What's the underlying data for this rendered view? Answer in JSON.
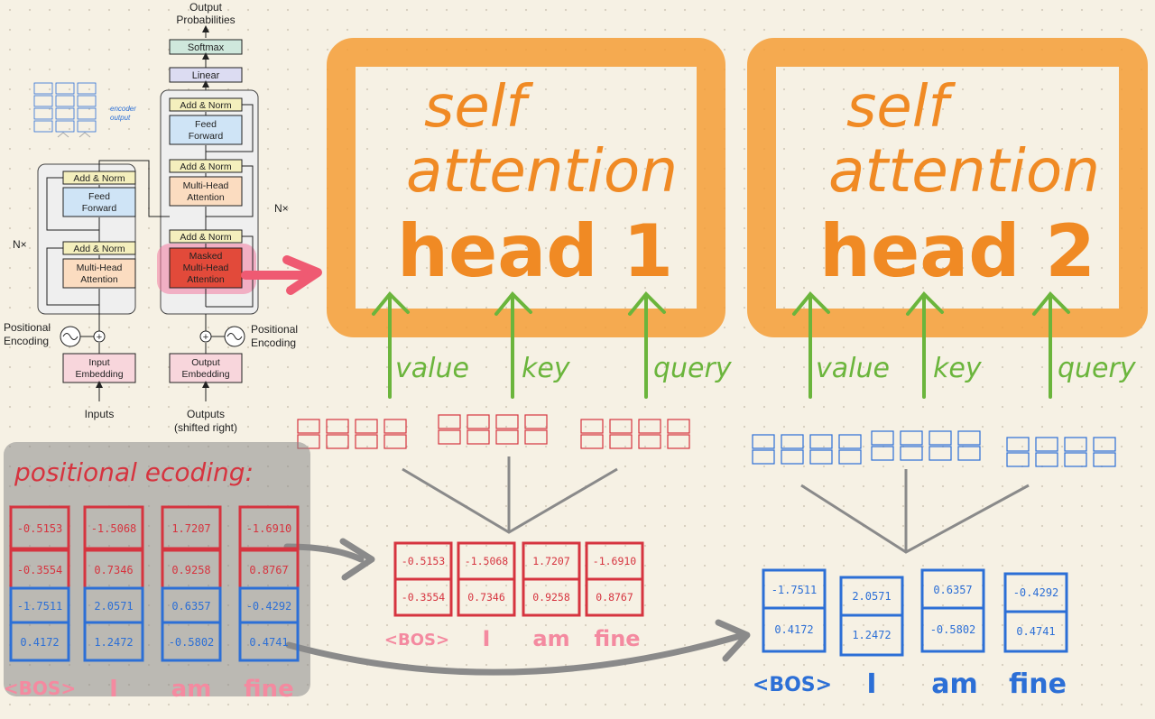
{
  "transformer": {
    "output_probabilities": [
      "Output",
      "Probabilities"
    ],
    "softmax": "Softmax",
    "linear": "Linear",
    "add_norm": "Add & Norm",
    "feed_forward": [
      "Feed",
      "Forward"
    ],
    "multi_head_attention": [
      "Multi-Head",
      "Attention"
    ],
    "masked_multi_head_attention": [
      "Masked",
      "Multi-Head",
      "Attention"
    ],
    "nx": "N×",
    "positional_encoding": [
      "Positional",
      "Encoding"
    ],
    "input_embedding": [
      "Input",
      "Embedding"
    ],
    "output_embedding": [
      "Output",
      "Embedding"
    ],
    "inputs": "Inputs",
    "outputs": [
      "Outputs",
      "(shifted right)"
    ],
    "encoder_output": [
      "encoder",
      "output"
    ]
  },
  "heads": [
    {
      "title_line1": "self",
      "title_line2": "attention",
      "title_line3": "head 1",
      "inputs": [
        "value",
        "key",
        "query"
      ]
    },
    {
      "title_line1": "self",
      "title_line2": "attention",
      "title_line3": "head 2",
      "inputs": [
        "value",
        "key",
        "query"
      ]
    }
  ],
  "positional_encoding_title": "positional ecoding:",
  "tokens": [
    "<BOS>",
    "I",
    "am",
    "fine"
  ],
  "matrix": {
    "red_rows": [
      [
        "-0.5153",
        "-1.5068",
        "1.7207",
        "-1.6910"
      ],
      [
        "-0.3554",
        "0.7346",
        "0.9258",
        "0.8767"
      ]
    ],
    "blue_rows": [
      [
        "-1.7511",
        "2.0571",
        "0.6357",
        "-0.4292"
      ],
      [
        "0.4172",
        "1.2472",
        "-0.5802",
        "0.4741"
      ]
    ]
  },
  "colors": {
    "orange": "#f49e36",
    "green": "#6bb53c",
    "red": "#d6343f",
    "blue": "#2c6fd6",
    "gray": "#9a9a9a"
  }
}
